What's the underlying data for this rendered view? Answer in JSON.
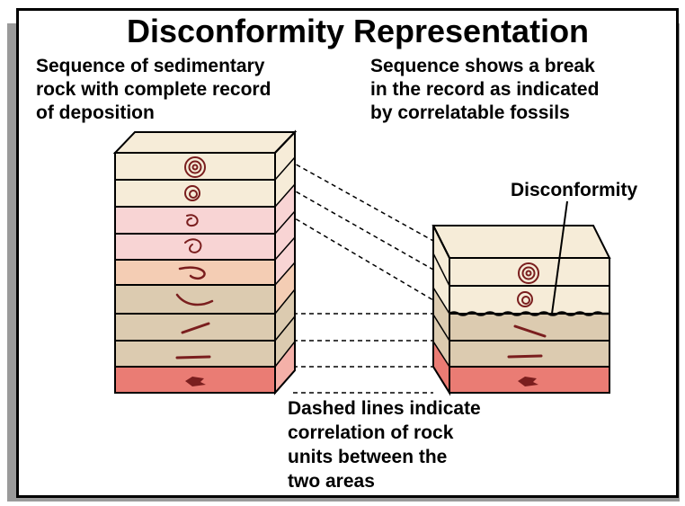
{
  "title": "Disconformity Representation",
  "left_caption": [
    "Sequence of sedimentary",
    "rock with complete record",
    "of deposition"
  ],
  "right_caption": [
    "Sequence shows a break",
    "in the record as indicated",
    "by correlatable fossils"
  ],
  "disconformity_label": "Disconformity",
  "dashed_caption": [
    "Dashed lines indicate",
    "correlation of rock",
    "units between the",
    "two areas"
  ],
  "colors": {
    "layer_cream": "#f6ecd8",
    "layer_pink": "#f8d4d4",
    "layer_peach": "#f4cdb4",
    "layer_tan": "#dccbb0",
    "layer_red": "#ea7c74",
    "fossil": "#7a1e1e"
  },
  "left_column_layers": [
    {
      "color": "cream",
      "fossil": "ammonite-large-icon"
    },
    {
      "color": "cream",
      "fossil": "ammonite-small-icon"
    },
    {
      "color": "pink",
      "fossil": "coiled-shell-icon"
    },
    {
      "color": "pink",
      "fossil": "spiral-shell-icon"
    },
    {
      "color": "peach",
      "fossil": "hook-shell-icon"
    },
    {
      "color": "tan",
      "fossil": "curved-shell-icon"
    },
    {
      "color": "tan",
      "fossil": "straight-shell-icon"
    },
    {
      "color": "tan",
      "fossil": "flat-shell-icon"
    },
    {
      "color": "red",
      "fossil": "trilobite-icon"
    }
  ],
  "right_column_layers": [
    {
      "color": "cream",
      "fossil": "ammonite-large-icon"
    },
    {
      "color": "cream",
      "fossil": "ammonite-small-icon"
    },
    {
      "color": "tan",
      "fossil": "straight-shell-icon"
    },
    {
      "color": "tan",
      "fossil": "flat-shell-icon"
    },
    {
      "color": "red",
      "fossil": "trilobite-icon"
    }
  ]
}
